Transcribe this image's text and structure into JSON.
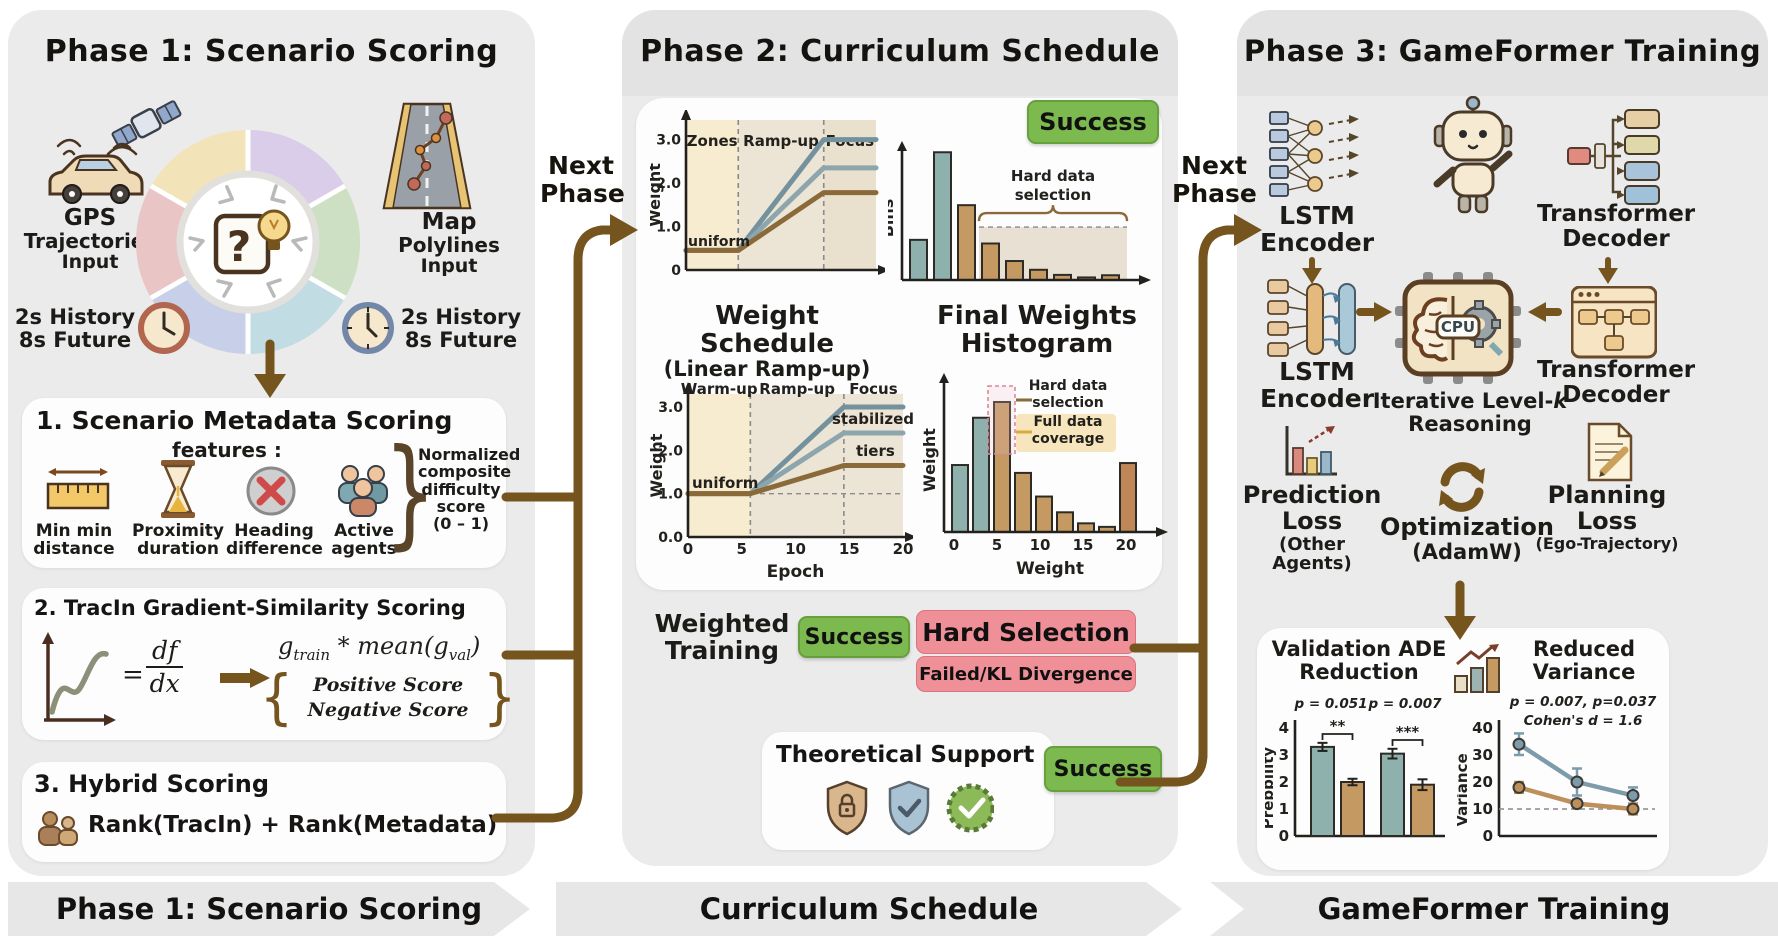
{
  "palette": {
    "brown": "#76541e",
    "teal": "#8fb1ae",
    "tan": "#c59a62",
    "tan2": "#c08756",
    "teal_line": "#7d9cab",
    "tan_line": "#bd8f5a",
    "green": "#7cba50",
    "pink": "#ef8f97",
    "ink": "#21201d"
  },
  "next_phase_left": "Next Phase",
  "next_phase_right": "Next Phase",
  "phase1": {
    "title": "Phase 1: Scenario Scoring",
    "gps_1": "GPS",
    "gps_2": "Trajectories",
    "gps_3": "Input",
    "map_1": "Map",
    "map_2": "Polylines",
    "map_3": "Input",
    "hist_l1": "2s History",
    "hist_l2": "8s Future",
    "hist_r1": "2s History",
    "hist_r2": "8s Future",
    "center_q": "?",
    "card1": {
      "title": "1. Scenario Metadata Scoring",
      "features_label": "features :",
      "features": [
        {
          "label": "Min min distance"
        },
        {
          "label": "Proximity duration"
        },
        {
          "label": "Heading difference"
        },
        {
          "label": "Active agents"
        }
      ],
      "brace": "}",
      "result": "Normalized composite difficulty score",
      "range": "(0 – 1)"
    },
    "card2": {
      "title": "2. TracIn Gradient-Similarity Scoring",
      "eq": "=",
      "num": "df",
      "den": "dx",
      "g1": "g",
      "g1s": "train",
      "gmid": " * mean(",
      "g2": "g",
      "g2s": "val",
      "gend": ")",
      "brl": "{",
      "pos": "Positive Score",
      "neg": "Negative Score",
      "brr": "}"
    },
    "card3": {
      "title": "3. Hybrid Scoring",
      "formula": "Rank(TracIn) + Rank(Metadata)"
    },
    "banner": "Phase 1: Scenario Scoring"
  },
  "phase2": {
    "title": "Phase 2: Curriculum Schedule",
    "success_top": "Success",
    "chartA_t1": "Weight Schedule",
    "chartA_t2": "(Linear Ramp-up)",
    "chartB_t1": "Final Weights",
    "chartB_t2": "Histogram",
    "weighted_1": "Weighted",
    "weighted_2": "Training",
    "weighted_success": "Success",
    "hard_selection": "Hard Selection",
    "hard_selection_sub": "Failed/KL Divergence",
    "theoretical": "Theoretical Support",
    "theoretical_success": "Success",
    "banner": "Curriculum Schedule"
  },
  "phase3": {
    "title": "Phase 3: GameFormer Training",
    "lstm1": "LSTM Encoder",
    "lstm2": "LSTM Encoder",
    "transformer1": "Transformer Decoder",
    "transformer2": "Transformer Decoder",
    "iter_a": "Iterative Level-",
    "iter_k": "k",
    "iter_b": "Reasoning",
    "cpu": "CPU",
    "pred": "Prediction Loss",
    "pred_sub": "(Other Agents)",
    "opt": "Optimization",
    "opt_sub": "(AdamW)",
    "plan": "Planning Loss",
    "plan_sub": "(Ego-Trajectory)",
    "ade_title": "Validation ADE Reduction",
    "var_title": "Reduced Variance",
    "banner": "GameFormer Training"
  },
  "chart_data": [
    {
      "el": "chart-schedule-top",
      "type": "schedule",
      "g": {
        "L": 36,
        "T": 10,
        "R": 226,
        "B": 160
      },
      "xlim": [
        0,
        20
      ],
      "ylim": [
        0,
        3.45
      ],
      "zone_bounds": [
        0,
        5.5,
        14.5,
        20
      ],
      "zones": [
        "Zones",
        "Ramp-up",
        "Focus"
      ],
      "zone_fills": [
        "#f8ecd0",
        "#ece4d4",
        "#e9e0cd"
      ],
      "zone_label_y": 26,
      "yticks": [
        {
          "v": 3,
          "t": "3.0"
        },
        {
          "v": 2,
          "t": "2.0"
        },
        {
          "v": 1,
          "t": "1.0"
        },
        {
          "v": 0,
          "t": "0"
        }
      ],
      "ylabel": "Weight",
      "series": [
        {
          "color": "#74929e",
          "pts": [
            [
              0,
              0.45
            ],
            [
              5.5,
              0.45
            ],
            [
              14.5,
              3.0
            ],
            [
              20,
              3.0
            ]
          ]
        },
        {
          "color": "#8da6ad",
          "pts": [
            [
              0,
              0.45
            ],
            [
              5.5,
              0.45
            ],
            [
              14.5,
              2.35
            ],
            [
              20,
              2.35
            ]
          ]
        },
        {
          "color": "#8a6a38",
          "pts": [
            [
              0,
              0.45
            ],
            [
              5.5,
              0.45
            ],
            [
              14.5,
              1.78
            ],
            [
              20,
              1.78
            ]
          ]
        }
      ],
      "tags": [
        {
          "t": "uniform",
          "x": 38,
          "y": 136,
          "fs": 14
        }
      ]
    },
    {
      "el": "chart-hist-top",
      "type": "hist",
      "ylabel": "Bins",
      "axx": 14,
      "x0": 22,
      "bw": 17,
      "gap": 7,
      "B": 140,
      "unit": 36.5,
      "values": [
        1.1,
        3.5,
        2.05,
        1.0,
        0.52,
        0.28,
        0.14,
        0.07,
        0.13
      ],
      "colors": [
        "teal",
        "teal",
        "tan",
        "tan",
        "tan",
        "tan",
        "tan",
        "tan",
        "tan"
      ],
      "region": {
        "i0": 3,
        "top": 1.45,
        "fill": "#d8c9b2"
      },
      "brace": {
        "label": [
          "Hard data",
          "selection"
        ],
        "fs": 15
      }
    },
    {
      "el": "chart-schedule-bottom",
      "type": "schedule",
      "g": {
        "L": 40,
        "T": 22,
        "R": 255,
        "B": 165
      },
      "xlim": [
        0,
        20
      ],
      "ylim": [
        0,
        3.3
      ],
      "zone_bounds": [
        0,
        5.8,
        14.5,
        20
      ],
      "zones": [
        "Warm-up",
        "Ramp-up",
        "Focus"
      ],
      "zone_fills": [
        "#f8ecd0",
        "#ece4d4",
        "#ece4d4"
      ],
      "zone_label_y": 12,
      "yticks": [
        {
          "v": 3,
          "t": "3.0"
        },
        {
          "v": 2,
          "t": "2.0"
        },
        {
          "v": 1,
          "t": "1.0"
        },
        {
          "v": 0,
          "t": "0.0"
        }
      ],
      "xticks": [
        {
          "v": 0,
          "t": "0"
        },
        {
          "v": 5,
          "t": "5"
        },
        {
          "v": 10,
          "t": "10"
        },
        {
          "v": 15,
          "t": "15"
        },
        {
          "v": 20,
          "t": "20"
        }
      ],
      "xlabel": "Epoch",
      "ylabel": "Weight",
      "hline": 1.0,
      "series": [
        {
          "color": "#74929e",
          "pts": [
            [
              0,
              1
            ],
            [
              5.8,
              1
            ],
            [
              14.5,
              3.0
            ],
            [
              20,
              3.0
            ]
          ]
        },
        {
          "color": "#8da6ad",
          "pts": [
            [
              0,
              1
            ],
            [
              5.8,
              1
            ],
            [
              14.5,
              2.4
            ],
            [
              20,
              2.4
            ]
          ]
        },
        {
          "color": "#8a6a38",
          "pts": [
            [
              0,
              1
            ],
            [
              5.8,
              1
            ],
            [
              14.5,
              1.65
            ],
            [
              20,
              1.65
            ]
          ]
        }
      ],
      "tags": [
        {
          "t": "stabilized",
          "x": 184,
          "y": 52,
          "fs": 15
        },
        {
          "t": "tiers",
          "x": 208,
          "y": 84,
          "fs": 15
        },
        {
          "t": "uniform",
          "x": 44,
          "y": 116,
          "fs": 15
        }
      ]
    },
    {
      "el": "chart-hist-bottom",
      "type": "hist",
      "ylabel": "Weight",
      "xlabel": "Weight",
      "axx": 26,
      "x0": 34,
      "bw": 16,
      "gap": 5,
      "B": 160,
      "unit": 39.4,
      "values": [
        1.7,
        2.9,
        3.3,
        1.5,
        0.9,
        0.5,
        0.22,
        0.13,
        1.75
      ],
      "colors": [
        "teal",
        "teal",
        "tan",
        "tan",
        "tan",
        "tan",
        "tan",
        "tan",
        "tan2"
      ],
      "xticks": [
        {
          "x": 36,
          "t": "0"
        },
        {
          "x": 79,
          "t": "5"
        },
        {
          "x": 122,
          "t": "10"
        },
        {
          "x": 165,
          "t": "15"
        },
        {
          "x": 208,
          "t": "20"
        }
      ],
      "pinkrect": {
        "x": 70,
        "y": 14,
        "w": 27,
        "h": 68
      },
      "anns": [
        {
          "lines": [
            "Hard data",
            "selection"
          ],
          "x": 150,
          "y": 18,
          "fs": 14,
          "tick": {
            "x1": 98,
            "y1": 28,
            "x2": 114,
            "y2": 28,
            "c": "#8a6a38"
          }
        },
        {
          "lines": [
            "Full data",
            "coverage"
          ],
          "x": 150,
          "y": 54,
          "fs": 14,
          "band": {
            "x": 98,
            "y": 42,
            "w": 100,
            "h": 38,
            "c": "#f3d488"
          },
          "tick": {
            "x1": 98,
            "y1": 60,
            "x2": 114,
            "y2": 60,
            "c": "#d8a93c"
          }
        }
      ]
    },
    {
      "el": "chart-ade",
      "type": "ade",
      "ylabel": "Prebbllity",
      "yticks": [
        "4",
        "3",
        "2",
        "1",
        "0"
      ],
      "p_labels": [
        "p = 0.051",
        "p = 0.007"
      ],
      "sig": [
        "**",
        "***"
      ],
      "values": [
        3.3,
        2.0,
        3.05,
        1.9
      ],
      "errs": [
        0.15,
        0.12,
        0.18,
        0.2
      ],
      "colors": [
        "teal",
        "tan",
        "teal",
        "tan"
      ]
    },
    {
      "el": "chart-variance",
      "type": "varlines",
      "ylabel": "Variance",
      "yticks": [
        {
          "v": 40,
          "t": "40"
        },
        {
          "v": 30,
          "t": "30"
        },
        {
          "v": 20,
          "t": "20"
        },
        {
          "v": 10,
          "t": "10"
        },
        {
          "v": 0,
          "t": "0"
        }
      ],
      "notes": [
        "p = 0.007, p=0.037",
        "Cohen's d = 1.6"
      ],
      "x": [
        62,
        120,
        176
      ],
      "series": [
        {
          "color": "teal_line",
          "vals": [
            34,
            20,
            15
          ],
          "errs": [
            4,
            5,
            3
          ]
        },
        {
          "color": "tan_line",
          "vals": [
            18,
            12,
            10
          ],
          "errs": [
            2,
            1.5,
            2
          ]
        }
      ],
      "hline": 10
    }
  ]
}
